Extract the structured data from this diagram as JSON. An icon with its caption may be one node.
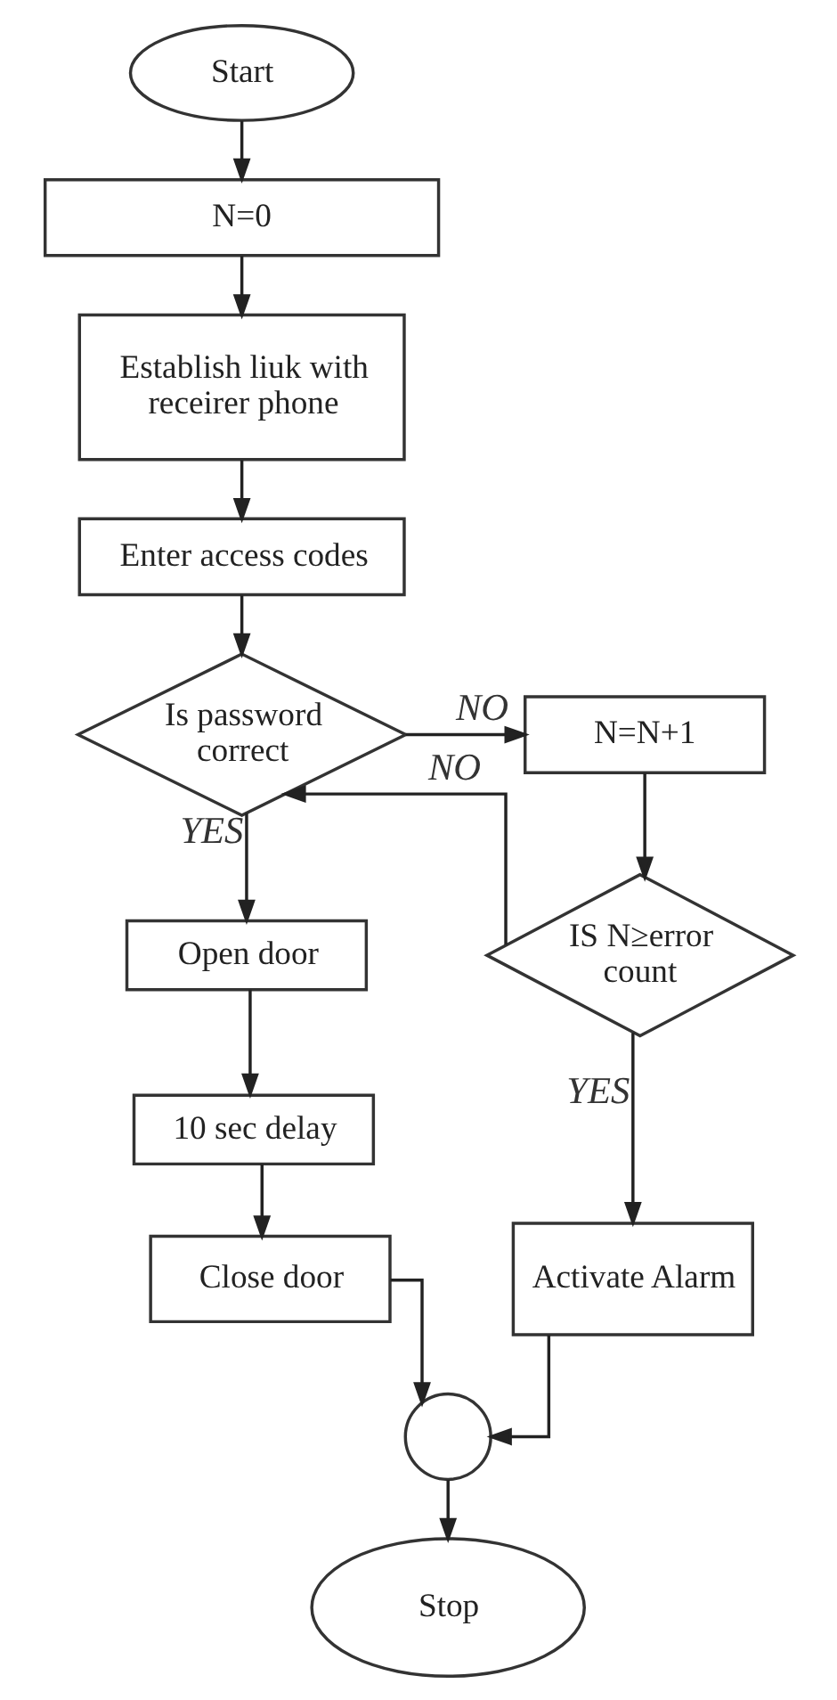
{
  "diagram": {
    "nodes": [
      {
        "text": [
          "Start"
        ]
      },
      {
        "text": [
          "N=0"
        ]
      },
      {
        "text": [
          "Establish liuk with receirer phone"
        ]
      },
      {
        "text": [
          "Enter access codes"
        ]
      },
      {
        "text": [
          "Is password correct"
        ]
      },
      {
        "text": [
          "N=N+1"
        ]
      },
      {
        "text": [
          "IS N≥error count"
        ]
      },
      {
        "text": [
          "Open door"
        ]
      },
      {
        "text": [
          "10 sec delay"
        ]
      },
      {
        "text": [
          "Activate Alarm"
        ]
      },
      {
        "text": [
          "Close door"
        ]
      },
      {
        "text": [],
        "shape": "circle"
      },
      {
        "text": [
          "Stop"
        ]
      }
    ],
    "edges": [
      {
        "from": 0,
        "to": 1,
        "arrow": "to"
      },
      {
        "from": 1,
        "to": 2,
        "arrow": "to"
      },
      {
        "from": 2,
        "to": 3,
        "arrow": "to"
      },
      {
        "from": 3,
        "to": 4,
        "arrow": "to"
      },
      {
        "from": 4,
        "to": 5,
        "arrow": "to",
        "label": "NO"
      },
      {
        "from": 4,
        "to": 7,
        "arrow": "to",
        "label": "YES"
      },
      {
        "from": 5,
        "to": 6,
        "arrow": "to"
      },
      {
        "from": 6,
        "to": 4,
        "arrow": "to",
        "label": "NO"
      },
      {
        "from": 6,
        "to": 9,
        "arrow": "to",
        "label": "YES"
      },
      {
        "from": 7,
        "to": 8,
        "arrow": "to"
      },
      {
        "from": 8,
        "to": 10,
        "arrow": "to"
      },
      {
        "from": 10,
        "to": 11,
        "arrow": "to"
      },
      {
        "from": 9,
        "to": 11,
        "arrow": "to"
      },
      {
        "from": 11,
        "to": 12,
        "arrow": "to"
      }
    ]
  }
}
